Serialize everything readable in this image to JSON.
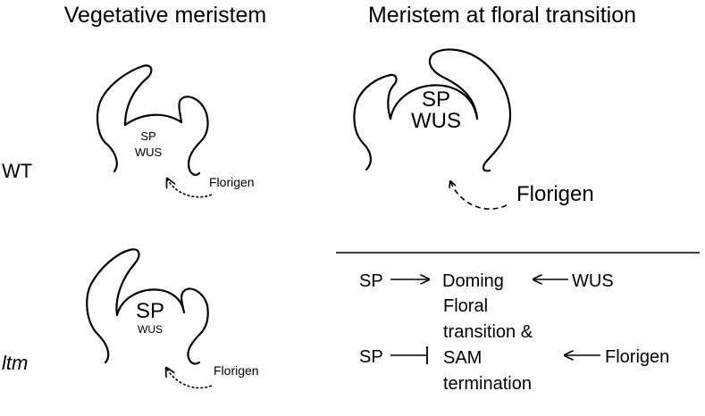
{
  "headings": {
    "vegetative": "Vegetative meristem",
    "floral": "Meristem at floral transition"
  },
  "rows": {
    "wt": "WT",
    "ltm": "ltm"
  },
  "meristems": {
    "wt_vegetative": {
      "sp": "SP",
      "wus": "WUS",
      "signal": "Florigen"
    },
    "wt_floral": {
      "sp": "SP",
      "wus": "WUS",
      "signal": "Florigen"
    },
    "ltm_vegetative": {
      "sp": "SP",
      "wus": "WUS",
      "signal": "Florigen"
    }
  },
  "model": {
    "row1": {
      "left": "SP",
      "target": "Doming",
      "right": "WUS"
    },
    "row2": {
      "left": "SP",
      "target_lines": [
        "Floral",
        "transition &",
        "SAM",
        "termination"
      ],
      "right": "Florigen"
    }
  }
}
